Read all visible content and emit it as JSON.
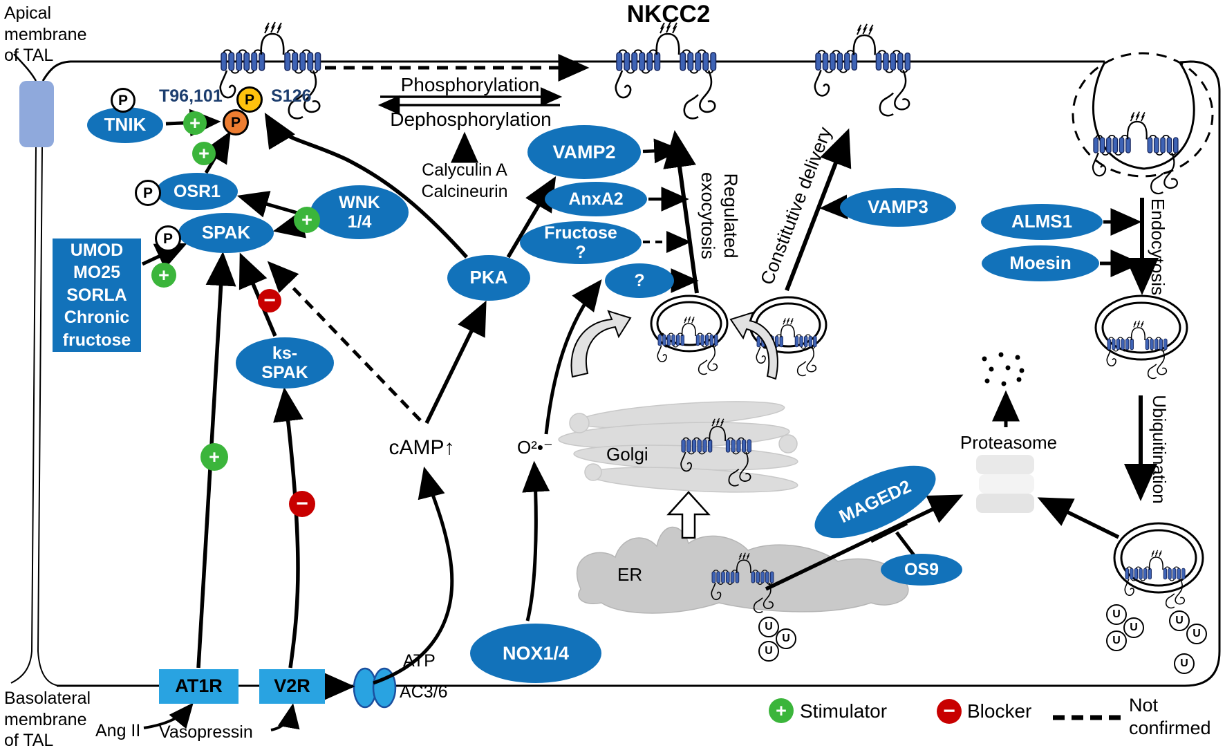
{
  "title": "NKCC2",
  "membranes": {
    "apical": "Apical\nmembrane\nof TAL",
    "basolateral": "Basolateral\nmembrane\nof TAL"
  },
  "processes": {
    "phosphorylation": "Phosphorylation",
    "dephosphorylation": "Dephosphorylation",
    "phosphatases": "Calyculin A\nCalcineurin",
    "regulated_exocytosis": "Regulated\nexocytosis",
    "constitutive_delivery": "Constitutive delivery",
    "endocytosis": "Endocytosis",
    "ubiquitination": "Ubiquitination"
  },
  "sites": {
    "threonine": "T96,101",
    "serine": "S126"
  },
  "proteins": {
    "tnik": "TNIK",
    "osr1": "OSR1",
    "spak": "SPAK",
    "wnk": "WNK\n1/4",
    "ks_spak": "ks-\nSPAK",
    "pka": "PKA",
    "vamp2": "VAMP2",
    "anxa2": "AnxA2",
    "fructose": "Fructose\n?",
    "unknown": "?",
    "vamp3": "VAMP3",
    "alms1": "ALMS1",
    "moesin": "Moesin",
    "maged2": "MAGED2",
    "os9": "OS9",
    "nox": "NOX1/4",
    "umod_complex": "UMOD\nMO25\nSORLA\nChronic\nfructose"
  },
  "receptors": {
    "at1r": "AT1R",
    "v2r": "V2R",
    "ac36": "AC3/6"
  },
  "small_molecules": {
    "camp": "cAMP↑",
    "superoxide": "O²•⁻",
    "atp": "ATP",
    "ang2": "Ang II",
    "vasopressin": "Vasopressin"
  },
  "organelles": {
    "golgi": "Golgi",
    "er": "ER",
    "proteasome": "Proteasome"
  },
  "legend": {
    "stimulator": "Stimulator",
    "blocker": "Blocker",
    "not_confirmed": "Not\nconfirmed",
    "plus_symbol": "+",
    "minus_symbol": "−"
  },
  "glyphs": {
    "phospho": "P",
    "ubiquitin": "U"
  },
  "colors": {
    "protein_blue": "#1272BA",
    "receptor_cyan": "#29A3E1",
    "stimulator_green": "#3BB53B",
    "blocker_red": "#C80000",
    "phospho_yellow": "#FFC20E",
    "phospho_orange": "#ED7D31",
    "site_navy": "#1C3D6E"
  }
}
